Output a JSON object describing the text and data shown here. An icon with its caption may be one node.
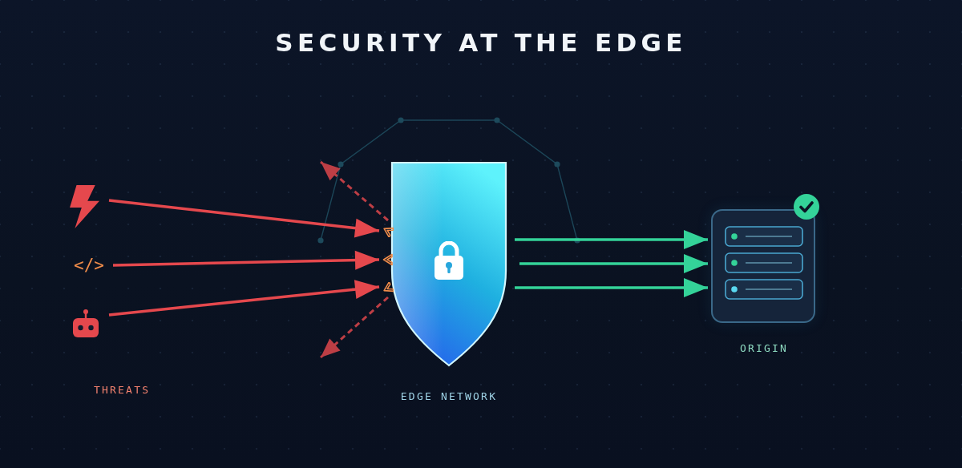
{
  "diagram": {
    "title": "SECURITY AT THE EDGE",
    "nodes": [
      {
        "text": [],
        "shape": "bolt"
      },
      {
        "text": [
          "</>"
        ]
      },
      {
        "text": [],
        "shape": "robot"
      },
      {
        "text": [],
        "shape": "shield",
        "beside": [
          "EDGE NETWORK"
        ]
      },
      {
        "text": [],
        "shape": "server",
        "beside": [
          "ORIGIN"
        ]
      }
    ],
    "edges": [
      {
        "from": 0,
        "to": 3,
        "arrow": "to"
      },
      {
        "from": 1,
        "to": 3,
        "arrow": "to"
      },
      {
        "from": 2,
        "to": 3,
        "arrow": "to"
      },
      {
        "from": 3,
        "to": null,
        "arrow": "to",
        "style": "dashed"
      },
      {
        "from": 3,
        "to": null,
        "arrow": "to",
        "style": "dashed"
      },
      {
        "from": 3,
        "to": 4,
        "arrow": "to",
        "color": "#34d399"
      },
      {
        "from": 3,
        "to": 4,
        "arrow": "to",
        "color": "#34d399"
      },
      {
        "from": 3,
        "to": 4,
        "arrow": "to",
        "color": "#34d399"
      }
    ],
    "labels": [
      "THREATS"
    ]
  }
}
